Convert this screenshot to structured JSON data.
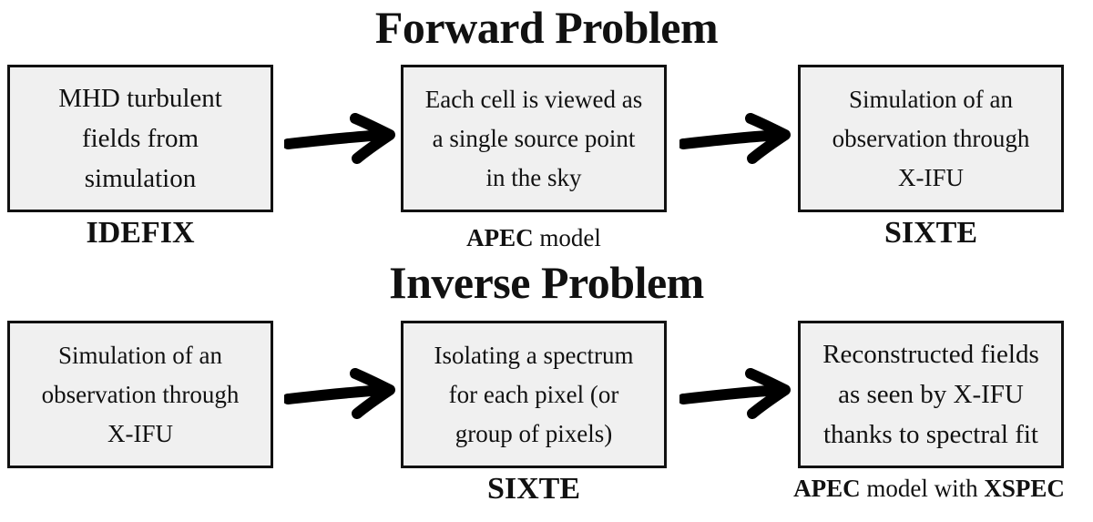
{
  "forward": {
    "title": "Forward Problem",
    "boxes": [
      "MHD turbulent\nfields from\nsimulation",
      "Each cell is viewed as\na single source point\nin the sky",
      "Simulation of an\nobservation through\nX-IFU"
    ],
    "labels": {
      "first": "IDEFIX",
      "second_bold": "APEC",
      "second_rest": " model",
      "third": "SIXTE"
    }
  },
  "inverse": {
    "title": "Inverse Problem",
    "boxes": [
      "Simulation of an\nobservation through\nX-IFU",
      "Isolating a spectrum\nfor each pixel (or\ngroup of pixels)",
      "Reconstructed fields\nas seen by X-IFU\nthanks to spectral fit"
    ],
    "labels": {
      "second": "SIXTE",
      "third_bold_1": "APEC",
      "third_mid": " model with ",
      "third_bold_2": "XSPEC"
    }
  },
  "icons": [
    "arrow-right-icon"
  ]
}
